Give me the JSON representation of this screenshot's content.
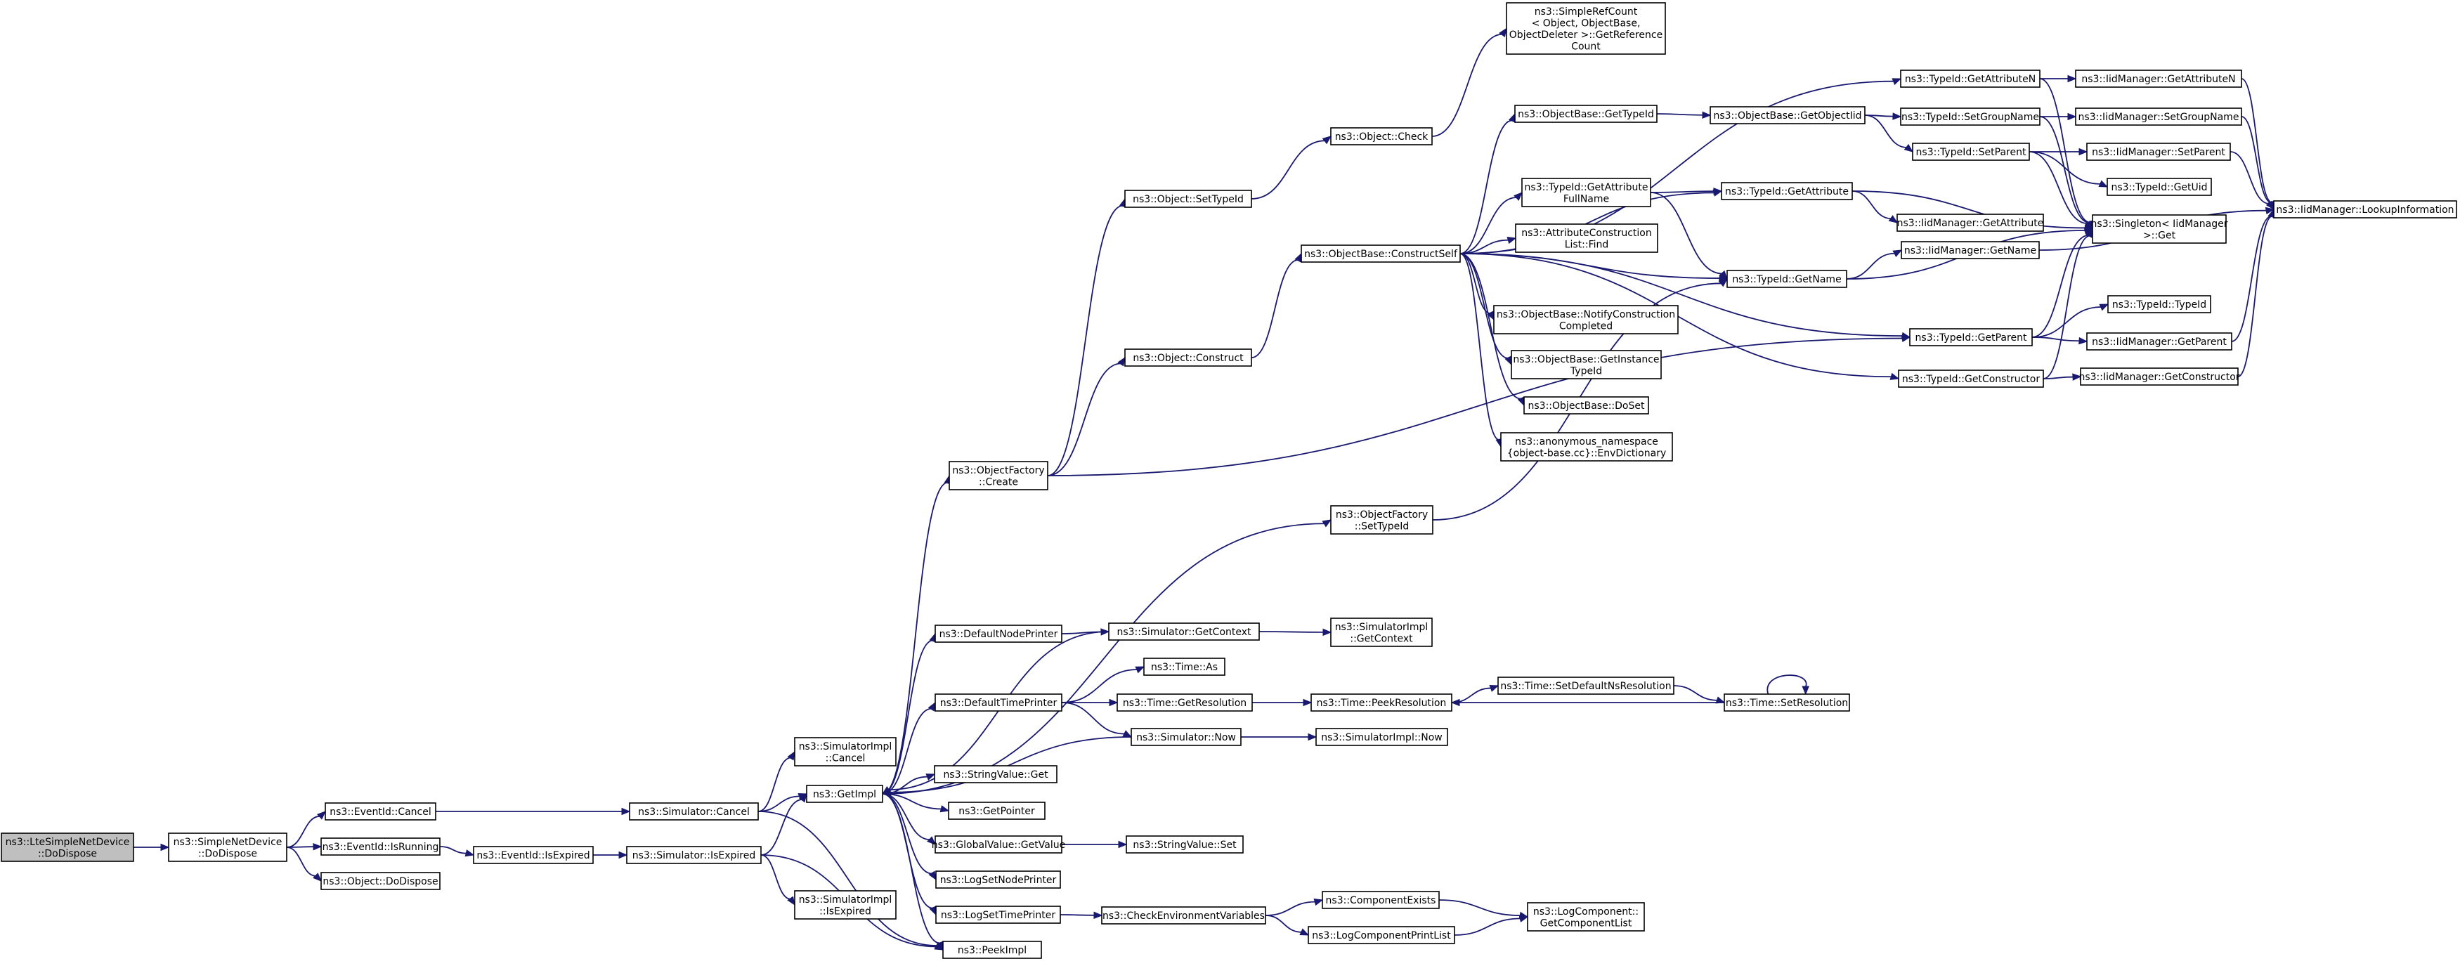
{
  "nodes": {
    "lte_dodispose": [
      "ns3::LteSimpleNetDevice",
      "::DoDispose"
    ],
    "simple_dodispose": [
      "ns3::SimpleNetDevice",
      "::DoDispose"
    ],
    "eventid_cancel": [
      "ns3::EventId::Cancel"
    ],
    "eventid_isrunning": [
      "ns3::EventId::IsRunning"
    ],
    "object_dodispose": [
      "ns3::Object::DoDispose"
    ],
    "eventid_isexpired": [
      "ns3::EventId::IsExpired"
    ],
    "simulator_cancel": [
      "ns3::Simulator::Cancel"
    ],
    "simulator_isexpired": [
      "ns3::Simulator::IsExpired"
    ],
    "simimpl_cancel": [
      "ns3::SimulatorImpl",
      "::Cancel"
    ],
    "simimpl_isexpired": [
      "ns3::SimulatorImpl",
      "::IsExpired"
    ],
    "getimpl": [
      "ns3::GetImpl"
    ],
    "peekimpl": [
      "ns3::PeekImpl"
    ],
    "objectfactory_create": [
      "ns3::ObjectFactory",
      "::Create"
    ],
    "defaultnodeprinter": [
      "ns3::DefaultNodePrinter"
    ],
    "defaulttimeprinter": [
      "ns3::DefaultTimePrinter"
    ],
    "stringvalue_get": [
      "ns3::StringValue::Get"
    ],
    "getpointer": [
      "ns3::GetPointer"
    ],
    "globalvalue_getvalue": [
      "ns3::GlobalValue::GetValue"
    ],
    "logsetnodeprinter": [
      "ns3::LogSetNodePrinter"
    ],
    "logsettimeprinter": [
      "ns3::LogSetTimePrinter"
    ],
    "object_settypeid": [
      "ns3::Object::SetTypeId"
    ],
    "object_construct": [
      "ns3::Object::Construct"
    ],
    "simulator_getcontext": [
      "ns3::Simulator::GetContext"
    ],
    "time_as": [
      "ns3::Time::As"
    ],
    "time_getresolution": [
      "ns3::Time::GetResolution"
    ],
    "simulator_now": [
      "ns3::Simulator::Now"
    ],
    "stringvalue_set": [
      "ns3::StringValue::Set"
    ],
    "checkenvvars": [
      "ns3::CheckEnvironmentVariables"
    ],
    "object_check": [
      "ns3::Object::Check"
    ],
    "objectbase_constructself": [
      "ns3::ObjectBase::ConstructSelf"
    ],
    "objectfactory_settypeid": [
      "ns3::ObjectFactory",
      "::SetTypeId"
    ],
    "simimpl_getcontext": [
      "ns3::SimulatorImpl",
      "::GetContext"
    ],
    "time_peekresolution": [
      "ns3::Time::PeekResolution"
    ],
    "simimpl_now": [
      "ns3::SimulatorImpl::Now"
    ],
    "componentexists": [
      "ns3::ComponentExists"
    ],
    "logcomponentprintlist": [
      "ns3::LogComponentPrintList"
    ],
    "simplerefcount": [
      "ns3::SimpleRefCount",
      "< Object, ObjectBase,",
      " ObjectDeleter >::GetReference",
      "Count"
    ],
    "objectbase_gettypeid": [
      "ns3::ObjectBase::GetTypeId"
    ],
    "typeid_getattributefullname": [
      "ns3::TypeId::GetAttribute",
      "FullName"
    ],
    "attrconstructionlist_find": [
      "ns3::AttributeConstruction",
      "List::Find"
    ],
    "objectbase_notifyconstruction": [
      "ns3::ObjectBase::NotifyConstruction",
      "Completed"
    ],
    "objectbase_getinstancetypeid": [
      "ns3::ObjectBase::GetInstance",
      "TypeId"
    ],
    "objectbase_doset": [
      "ns3::ObjectBase::DoSet"
    ],
    "envdictionary": [
      "ns3::anonymous_namespace",
      "{object-base.cc}::EnvDictionary"
    ],
    "time_setdefaultnsresolution": [
      "ns3::Time::SetDefaultNsResolution"
    ],
    "logcomponent_getcomponentlist": [
      "ns3::LogComponent::",
      "GetComponentList"
    ],
    "objectbase_getobjectiid": [
      "ns3::ObjectBase::GetObjectIid"
    ],
    "typeid_getattribute": [
      "ns3::TypeId::GetAttribute"
    ],
    "typeid_getname": [
      "ns3::TypeId::GetName"
    ],
    "time_setresolution": [
      "ns3::Time::SetResolution"
    ],
    "typeid_getattributen": [
      "ns3::TypeId::GetAttributeN"
    ],
    "typeid_setgroupname": [
      "ns3::TypeId::SetGroupName"
    ],
    "typeid_setparent": [
      "ns3::TypeId::SetParent"
    ],
    "typeid_getparent": [
      "ns3::TypeId::GetParent"
    ],
    "typeid_getconstructor": [
      "ns3::TypeId::GetConstructor"
    ],
    "iidmanager_getattributen": [
      "ns3::IidManager::GetAttributeN"
    ],
    "iidmanager_setgroupname": [
      "ns3::IidManager::SetGroupName"
    ],
    "iidmanager_setparent": [
      "ns3::IidManager::SetParent"
    ],
    "typeid_getuid": [
      "ns3::TypeId::GetUid"
    ],
    "iidmanager_getattribute": [
      "ns3::IidManager::GetAttribute"
    ],
    "singleton_get": [
      "ns3::Singleton< IidManager",
      " >::Get"
    ],
    "iidmanager_getname": [
      "ns3::IidManager::GetName"
    ],
    "typeid_typeid": [
      "ns3::TypeId::TypeId"
    ],
    "iidmanager_getparent": [
      "ns3::IidManager::GetParent"
    ],
    "iidmanager_getconstructor": [
      "ns3::IidManager::GetConstructor"
    ],
    "iidmanager_lookupinformation": [
      "ns3::IidManager::LookupInformation"
    ]
  },
  "edges": [
    [
      "lte_dodispose",
      "simple_dodispose"
    ],
    [
      "simple_dodispose",
      "eventid_cancel"
    ],
    [
      "simple_dodispose",
      "eventid_isrunning"
    ],
    [
      "simple_dodispose",
      "object_dodispose"
    ],
    [
      "eventid_cancel",
      "simulator_cancel"
    ],
    [
      "eventid_isrunning",
      "eventid_isexpired"
    ],
    [
      "eventid_isexpired",
      "simulator_isexpired"
    ],
    [
      "simulator_cancel",
      "simimpl_cancel"
    ],
    [
      "simulator_cancel",
      "getimpl"
    ],
    [
      "simulator_cancel",
      "peekimpl"
    ],
    [
      "simulator_isexpired",
      "simimpl_isexpired"
    ],
    [
      "simulator_isexpired",
      "getimpl"
    ],
    [
      "simulator_isexpired",
      "peekimpl"
    ],
    [
      "getimpl",
      "objectfactory_create"
    ],
    [
      "getimpl",
      "defaultnodeprinter"
    ],
    [
      "getimpl",
      "defaulttimeprinter"
    ],
    [
      "getimpl",
      "stringvalue_get"
    ],
    [
      "getimpl",
      "getpointer"
    ],
    [
      "getimpl",
      "globalvalue_getvalue"
    ],
    [
      "getimpl",
      "logsetnodeprinter"
    ],
    [
      "getimpl",
      "logsettimeprinter"
    ],
    [
      "getimpl",
      "objectfactory_settypeid"
    ],
    [
      "getimpl",
      "peekimpl"
    ],
    [
      "objectfactory_create",
      "object_settypeid"
    ],
    [
      "objectfactory_create",
      "object_construct"
    ],
    [
      "objectfactory_create",
      "typeid_getparent"
    ],
    [
      "object_settypeid",
      "object_check"
    ],
    [
      "object_check",
      "simplerefcount"
    ],
    [
      "object_construct",
      "objectbase_constructself"
    ],
    [
      "defaultnodeprinter",
      "simulator_getcontext"
    ],
    [
      "simulator_getcontext",
      "simimpl_getcontext"
    ],
    [
      "simulator_getcontext",
      "getimpl"
    ],
    [
      "defaulttimeprinter",
      "time_as"
    ],
    [
      "defaulttimeprinter",
      "time_getresolution"
    ],
    [
      "defaulttimeprinter",
      "simulator_now"
    ],
    [
      "time_getresolution",
      "time_peekresolution"
    ],
    [
      "simulator_now",
      "simimpl_now"
    ],
    [
      "simulator_now",
      "getimpl"
    ],
    [
      "globalvalue_getvalue",
      "stringvalue_set"
    ],
    [
      "logsettimeprinter",
      "checkenvvars"
    ],
    [
      "checkenvvars",
      "componentexists"
    ],
    [
      "checkenvvars",
      "logcomponentprintlist"
    ],
    [
      "componentexists",
      "logcomponent_getcomponentlist"
    ],
    [
      "logcomponentprintlist",
      "logcomponent_getcomponentlist"
    ],
    [
      "objectfactory_settypeid",
      "typeid_getname"
    ],
    [
      "time_peekresolution",
      "time_setdefaultnsresolution"
    ],
    [
      "time_setdefaultnsresolution",
      "time_setresolution"
    ],
    [
      "time_setresolution",
      "time_peekresolution"
    ],
    [
      "time_setresolution",
      "time_setresolution"
    ],
    [
      "objectbase_constructself",
      "objectbase_gettypeid"
    ],
    [
      "objectbase_constructself",
      "typeid_getattributefullname"
    ],
    [
      "objectbase_constructself",
      "attrconstructionlist_find"
    ],
    [
      "objectbase_constructself",
      "objectbase_notifyconstruction"
    ],
    [
      "objectbase_constructself",
      "objectbase_getinstancetypeid"
    ],
    [
      "objectbase_constructself",
      "objectbase_doset"
    ],
    [
      "objectbase_constructself",
      "envdictionary"
    ],
    [
      "objectbase_constructself",
      "typeid_getattribute"
    ],
    [
      "objectbase_constructself",
      "typeid_getname"
    ],
    [
      "objectbase_constructself",
      "typeid_getattributen"
    ],
    [
      "objectbase_constructself",
      "typeid_getconstructor"
    ],
    [
      "objectbase_constructself",
      "typeid_getparent"
    ],
    [
      "objectbase_gettypeid",
      "objectbase_getobjectiid"
    ],
    [
      "objectbase_getobjectiid",
      "typeid_setgroupname"
    ],
    [
      "objectbase_getobjectiid",
      "typeid_setparent"
    ],
    [
      "typeid_getattributefullname",
      "typeid_getattribute"
    ],
    [
      "typeid_getattributefullname",
      "typeid_getname"
    ],
    [
      "typeid_getattribute",
      "iidmanager_getattribute"
    ],
    [
      "typeid_getattribute",
      "singleton_get"
    ],
    [
      "typeid_getname",
      "iidmanager_getname"
    ],
    [
      "typeid_getname",
      "singleton_get"
    ],
    [
      "typeid_getattributen",
      "iidmanager_getattributen"
    ],
    [
      "typeid_getattributen",
      "singleton_get"
    ],
    [
      "typeid_setgroupname",
      "iidmanager_setgroupname"
    ],
    [
      "typeid_setgroupname",
      "singleton_get"
    ],
    [
      "typeid_setparent",
      "iidmanager_setparent"
    ],
    [
      "typeid_setparent",
      "typeid_getuid"
    ],
    [
      "typeid_setparent",
      "singleton_get"
    ],
    [
      "typeid_getparent",
      "typeid_typeid"
    ],
    [
      "typeid_getparent",
      "iidmanager_getparent"
    ],
    [
      "typeid_getparent",
      "singleton_get"
    ],
    [
      "typeid_getconstructor",
      "iidmanager_getconstructor"
    ],
    [
      "typeid_getconstructor",
      "singleton_get"
    ],
    [
      "iidmanager_getattributen",
      "iidmanager_lookupinformation"
    ],
    [
      "iidmanager_setgroupname",
      "iidmanager_lookupinformation"
    ],
    [
      "iidmanager_setparent",
      "iidmanager_lookupinformation"
    ],
    [
      "iidmanager_getname",
      "iidmanager_lookupinformation"
    ],
    [
      "iidmanager_getparent",
      "iidmanager_lookupinformation"
    ],
    [
      "iidmanager_getconstructor",
      "iidmanager_lookupinformation"
    ]
  ]
}
